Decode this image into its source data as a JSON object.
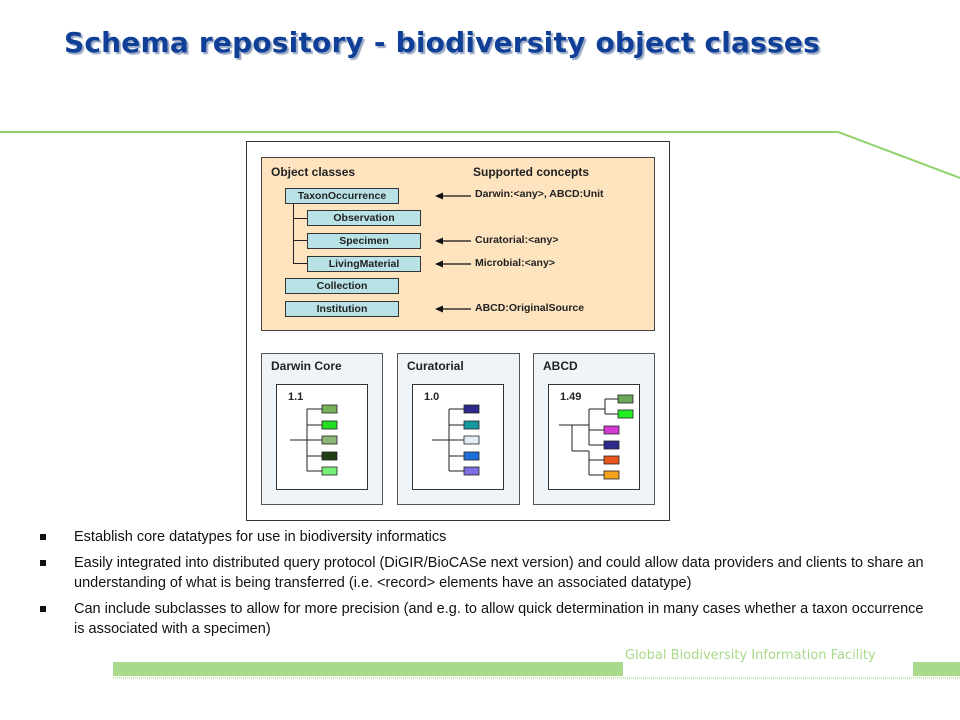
{
  "slide": {
    "title": "Schema repository - biodiversity object classes",
    "footer": "Global Biodiversity Information Facility"
  },
  "diagram": {
    "object_classes_header": "Object classes",
    "supported_concepts_header": "Supported concepts",
    "classes": {
      "taxon_occurrence": "TaxonOccurrence",
      "observation": "Observation",
      "specimen": "Specimen",
      "living_material": "LivingMaterial",
      "collection": "Collection",
      "institution": "Institution"
    },
    "concepts": {
      "taxon_occurrence": "Darwin:<any>, ABCD:Unit",
      "specimen": "Curatorial:<any>",
      "living_material": "Microbial:<any>",
      "institution": "ABCD:OriginalSource"
    },
    "schemas": [
      {
        "name": "Darwin Core",
        "version": "1.1",
        "colors": [
          "#77b05a",
          "#22dd22",
          "#8fb878",
          "#1f3d12",
          "#77ee77"
        ]
      },
      {
        "name": "Curatorial",
        "version": "1.0",
        "colors": [
          "#2e2a8c",
          "#16999e",
          "#e2eef3",
          "#1f6fdc",
          "#7c6fe0"
        ]
      },
      {
        "name": "ABCD",
        "version": "1.49",
        "colors": [
          "#6aa85a",
          "#22ee22",
          "#d63ad6",
          "#2e2a8c",
          "#e8561c",
          "#f3a21c"
        ]
      }
    ]
  },
  "bullets": [
    "Establish core datatypes for use in biodiversity informatics",
    "Easily integrated into distributed query protocol (DiGIR/BioCASe next version) and could allow data providers and clients to share an understanding of what is being transferred (i.e. <record> elements have an associated datatype)",
    "Can include subclasses to allow for more precision (and e.g. to allow quick determination in many cases whether a taxon occurrence is associated with a specimen)"
  ],
  "colors": {
    "title": "#0f3f96",
    "accent_green": "#8fd16a",
    "concepts_panel": "#fde4bf",
    "class_box": "#b8e2e6"
  }
}
